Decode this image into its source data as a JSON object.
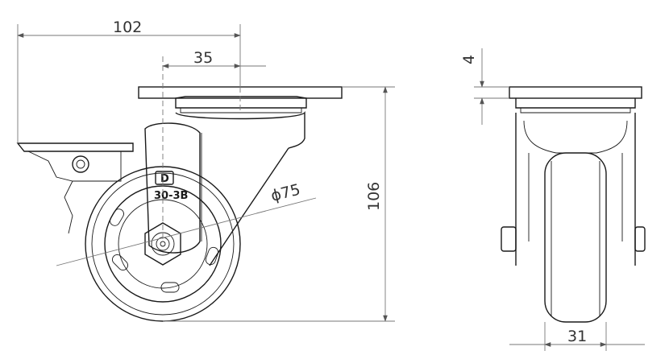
{
  "dimensions": {
    "overall_width": "102",
    "offset": "35",
    "wheel_diameter": "ϕ75",
    "overall_height": "106",
    "plate_thickness": "4",
    "wheel_width": "31"
  },
  "marking": {
    "logo_letter": "D",
    "model": "30-3B"
  },
  "colors": {
    "line": "#1a1a1a",
    "dimension": "#777777"
  }
}
